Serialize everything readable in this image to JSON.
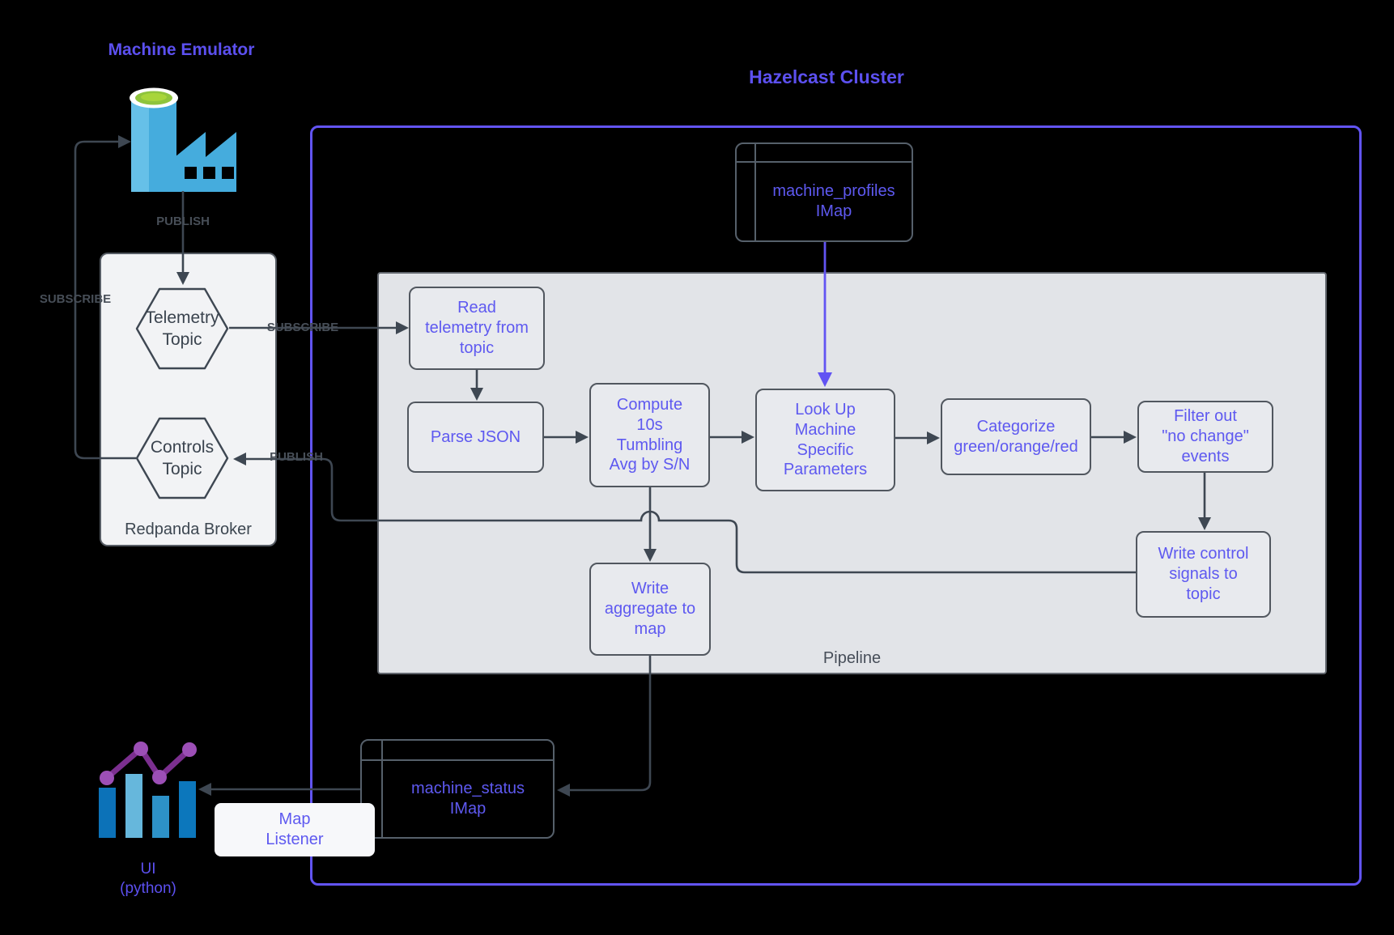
{
  "emulator": {
    "title": "Machine Emulator",
    "publish_label": "PUBLISH",
    "subscribe_label": "SUBSCRIBE",
    "icon": "factory-icon"
  },
  "broker": {
    "title": "Redpanda Broker",
    "telemetry_topic": "Telemetry\nTopic",
    "controls_topic": "Controls\nTopic",
    "subscribe_label": "SUBSCRIBE",
    "publish_label": "PUBLISH"
  },
  "cluster": {
    "title": "Hazelcast Cluster",
    "profiles_map": "machine_profiles\nIMap",
    "status_map": "machine_status\nIMap",
    "map_listener": "Map\nListener",
    "pipeline": {
      "label": "Pipeline",
      "steps": {
        "read": "Read\ntelemetry from\ntopic",
        "parse": "Parse JSON",
        "compute": "Compute\n10s\nTumbling\nAvg by S/N",
        "lookup": "Look Up\nMachine\nSpecific\nParameters",
        "categorize": "Categorize\ngreen/orange/red",
        "filter": "Filter out\n\"no change\"\nevents",
        "write_control": "Write control\nsignals to\ntopic",
        "write_aggregate": "Write\naggregate to\nmap"
      }
    }
  },
  "ui": {
    "title": "UI\n(python)",
    "icon": "bar-chart-icon"
  },
  "colors": {
    "background": "#000000",
    "accent_purple": "#6254F3",
    "node_text_blue": "#5E59F0",
    "connector_slate": "#3E4752",
    "pipeline_fill": "#E2E4E8",
    "broker_fill": "#F2F3F5",
    "factory_blue": "#45ACDD",
    "factory_green": "#8FC43C",
    "chart_bar_blue": "#0C72B8",
    "chart_line_purple": "#7B2F8F"
  }
}
